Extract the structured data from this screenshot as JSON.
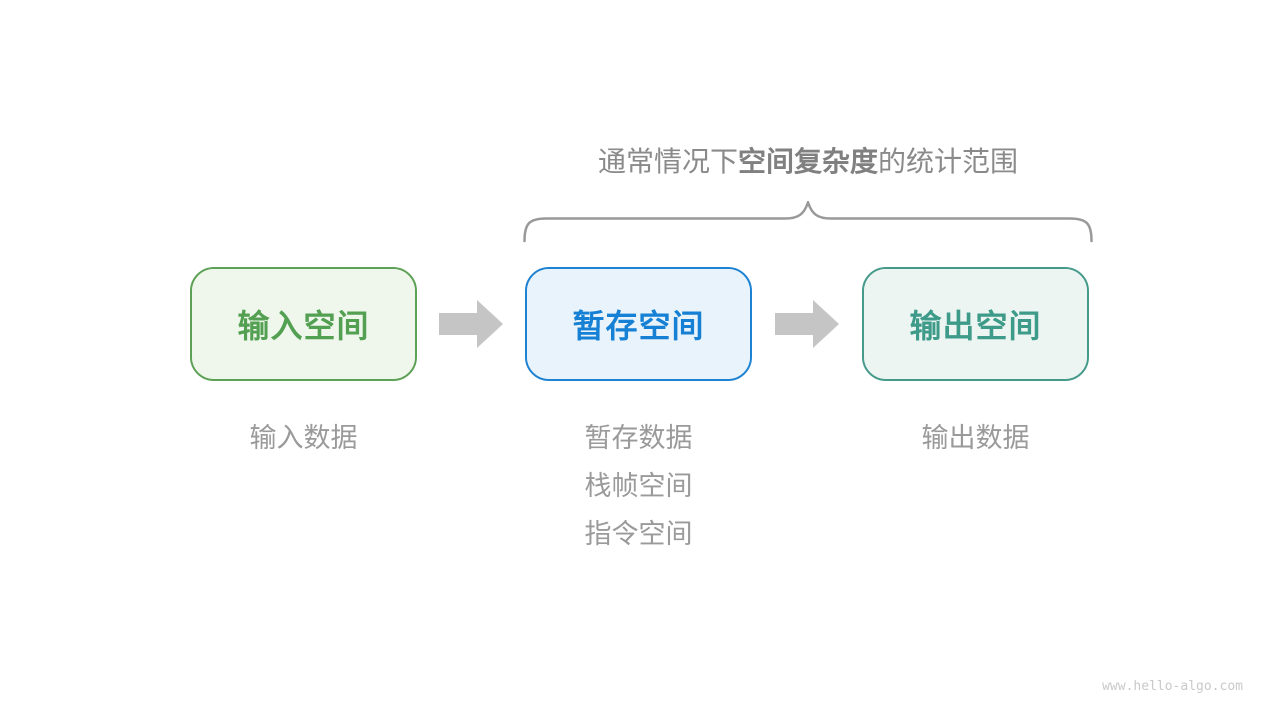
{
  "page": {
    "background": "#ffffff",
    "watermark": "www.hello-algo.com"
  },
  "title": {
    "prefix": "通常情况下",
    "bold": "空间复杂度",
    "suffix": "的统计范围",
    "color": "#8a8a8a"
  },
  "brace": {
    "color": "#999999",
    "spans_boxes": [
      "暂存空间",
      "输出空间"
    ]
  },
  "boxes": [
    {
      "id": "input-space",
      "label": "输入空间",
      "text_color": "#53a053",
      "border_color": "#5da156",
      "bg_color": "#eff7ec"
    },
    {
      "id": "temp-space",
      "label": "暂存空间",
      "text_color": "#1681d4",
      "border_color": "#1d82d2",
      "bg_color": "#e8f3fb"
    },
    {
      "id": "output-space",
      "label": "输出空间",
      "text_color": "#3e9b89",
      "border_color": "#469a8b",
      "bg_color": "#ecf5f2"
    }
  ],
  "arrows": {
    "color": "#c5c5c5"
  },
  "notes": [
    {
      "box": "input-space",
      "lines": [
        "输入数据"
      ]
    },
    {
      "box": "temp-space",
      "lines": [
        "暂存数据",
        "栈帧空间",
        "指令空间"
      ]
    },
    {
      "box": "output-space",
      "lines": [
        "输出数据"
      ]
    }
  ]
}
